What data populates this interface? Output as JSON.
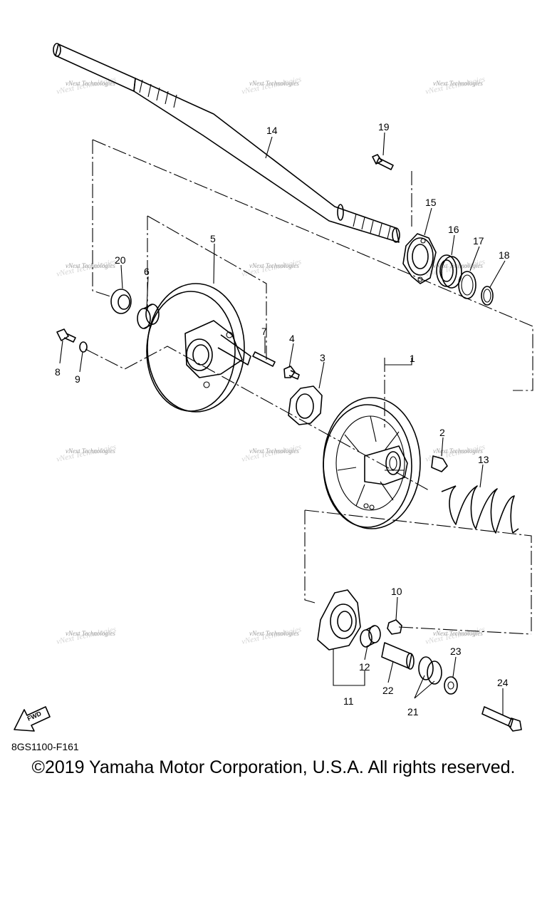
{
  "diagram": {
    "drawing_code": "8GS1100-F161",
    "copyright": "©2019 Yamaha Motor Corporation, U.S.A. All rights reserved.",
    "fwd_label": "FWD",
    "watermark": "vNext Technologies",
    "callouts": [
      {
        "id": "c1",
        "label": "1"
      },
      {
        "id": "c2",
        "label": "2"
      },
      {
        "id": "c3",
        "label": "3"
      },
      {
        "id": "c4",
        "label": "4"
      },
      {
        "id": "c5",
        "label": "5"
      },
      {
        "id": "c6",
        "label": "6"
      },
      {
        "id": "c7",
        "label": "7"
      },
      {
        "id": "c8",
        "label": "8"
      },
      {
        "id": "c9",
        "label": "9"
      },
      {
        "id": "c10",
        "label": "10"
      },
      {
        "id": "c11",
        "label": "11"
      },
      {
        "id": "c12",
        "label": "12"
      },
      {
        "id": "c13",
        "label": "13"
      },
      {
        "id": "c14",
        "label": "14"
      },
      {
        "id": "c15",
        "label": "15"
      },
      {
        "id": "c16",
        "label": "16"
      },
      {
        "id": "c17",
        "label": "17"
      },
      {
        "id": "c18",
        "label": "18"
      },
      {
        "id": "c19",
        "label": "19"
      },
      {
        "id": "c20",
        "label": "20"
      },
      {
        "id": "c21",
        "label": "21"
      },
      {
        "id": "c22",
        "label": "22"
      },
      {
        "id": "c23",
        "label": "23"
      },
      {
        "id": "c24",
        "label": "24"
      }
    ]
  }
}
